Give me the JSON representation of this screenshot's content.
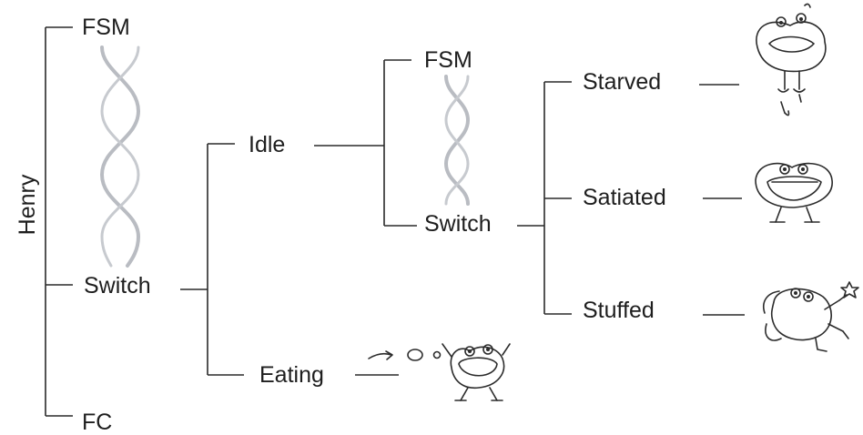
{
  "root": {
    "label": "Henry"
  },
  "level1": {
    "fsm": "FSM",
    "switch": "Switch",
    "fc": "FC"
  },
  "switch_states": {
    "idle": "Idle",
    "eating": "Eating"
  },
  "idle_children": {
    "fsm": "FSM",
    "switch": "Switch"
  },
  "idle_states": {
    "starved": "Starved",
    "satiated": "Satiated",
    "stuffed": "Stuffed"
  },
  "colors": {
    "line": "#2a2a2a",
    "braid": "#b9bcc2",
    "text": "#1e1e1e"
  },
  "icons": [
    "frog-starved-icon",
    "frog-satiated-icon",
    "frog-stuffed-icon",
    "frog-eating-icon",
    "thought-bubble-icon"
  ]
}
